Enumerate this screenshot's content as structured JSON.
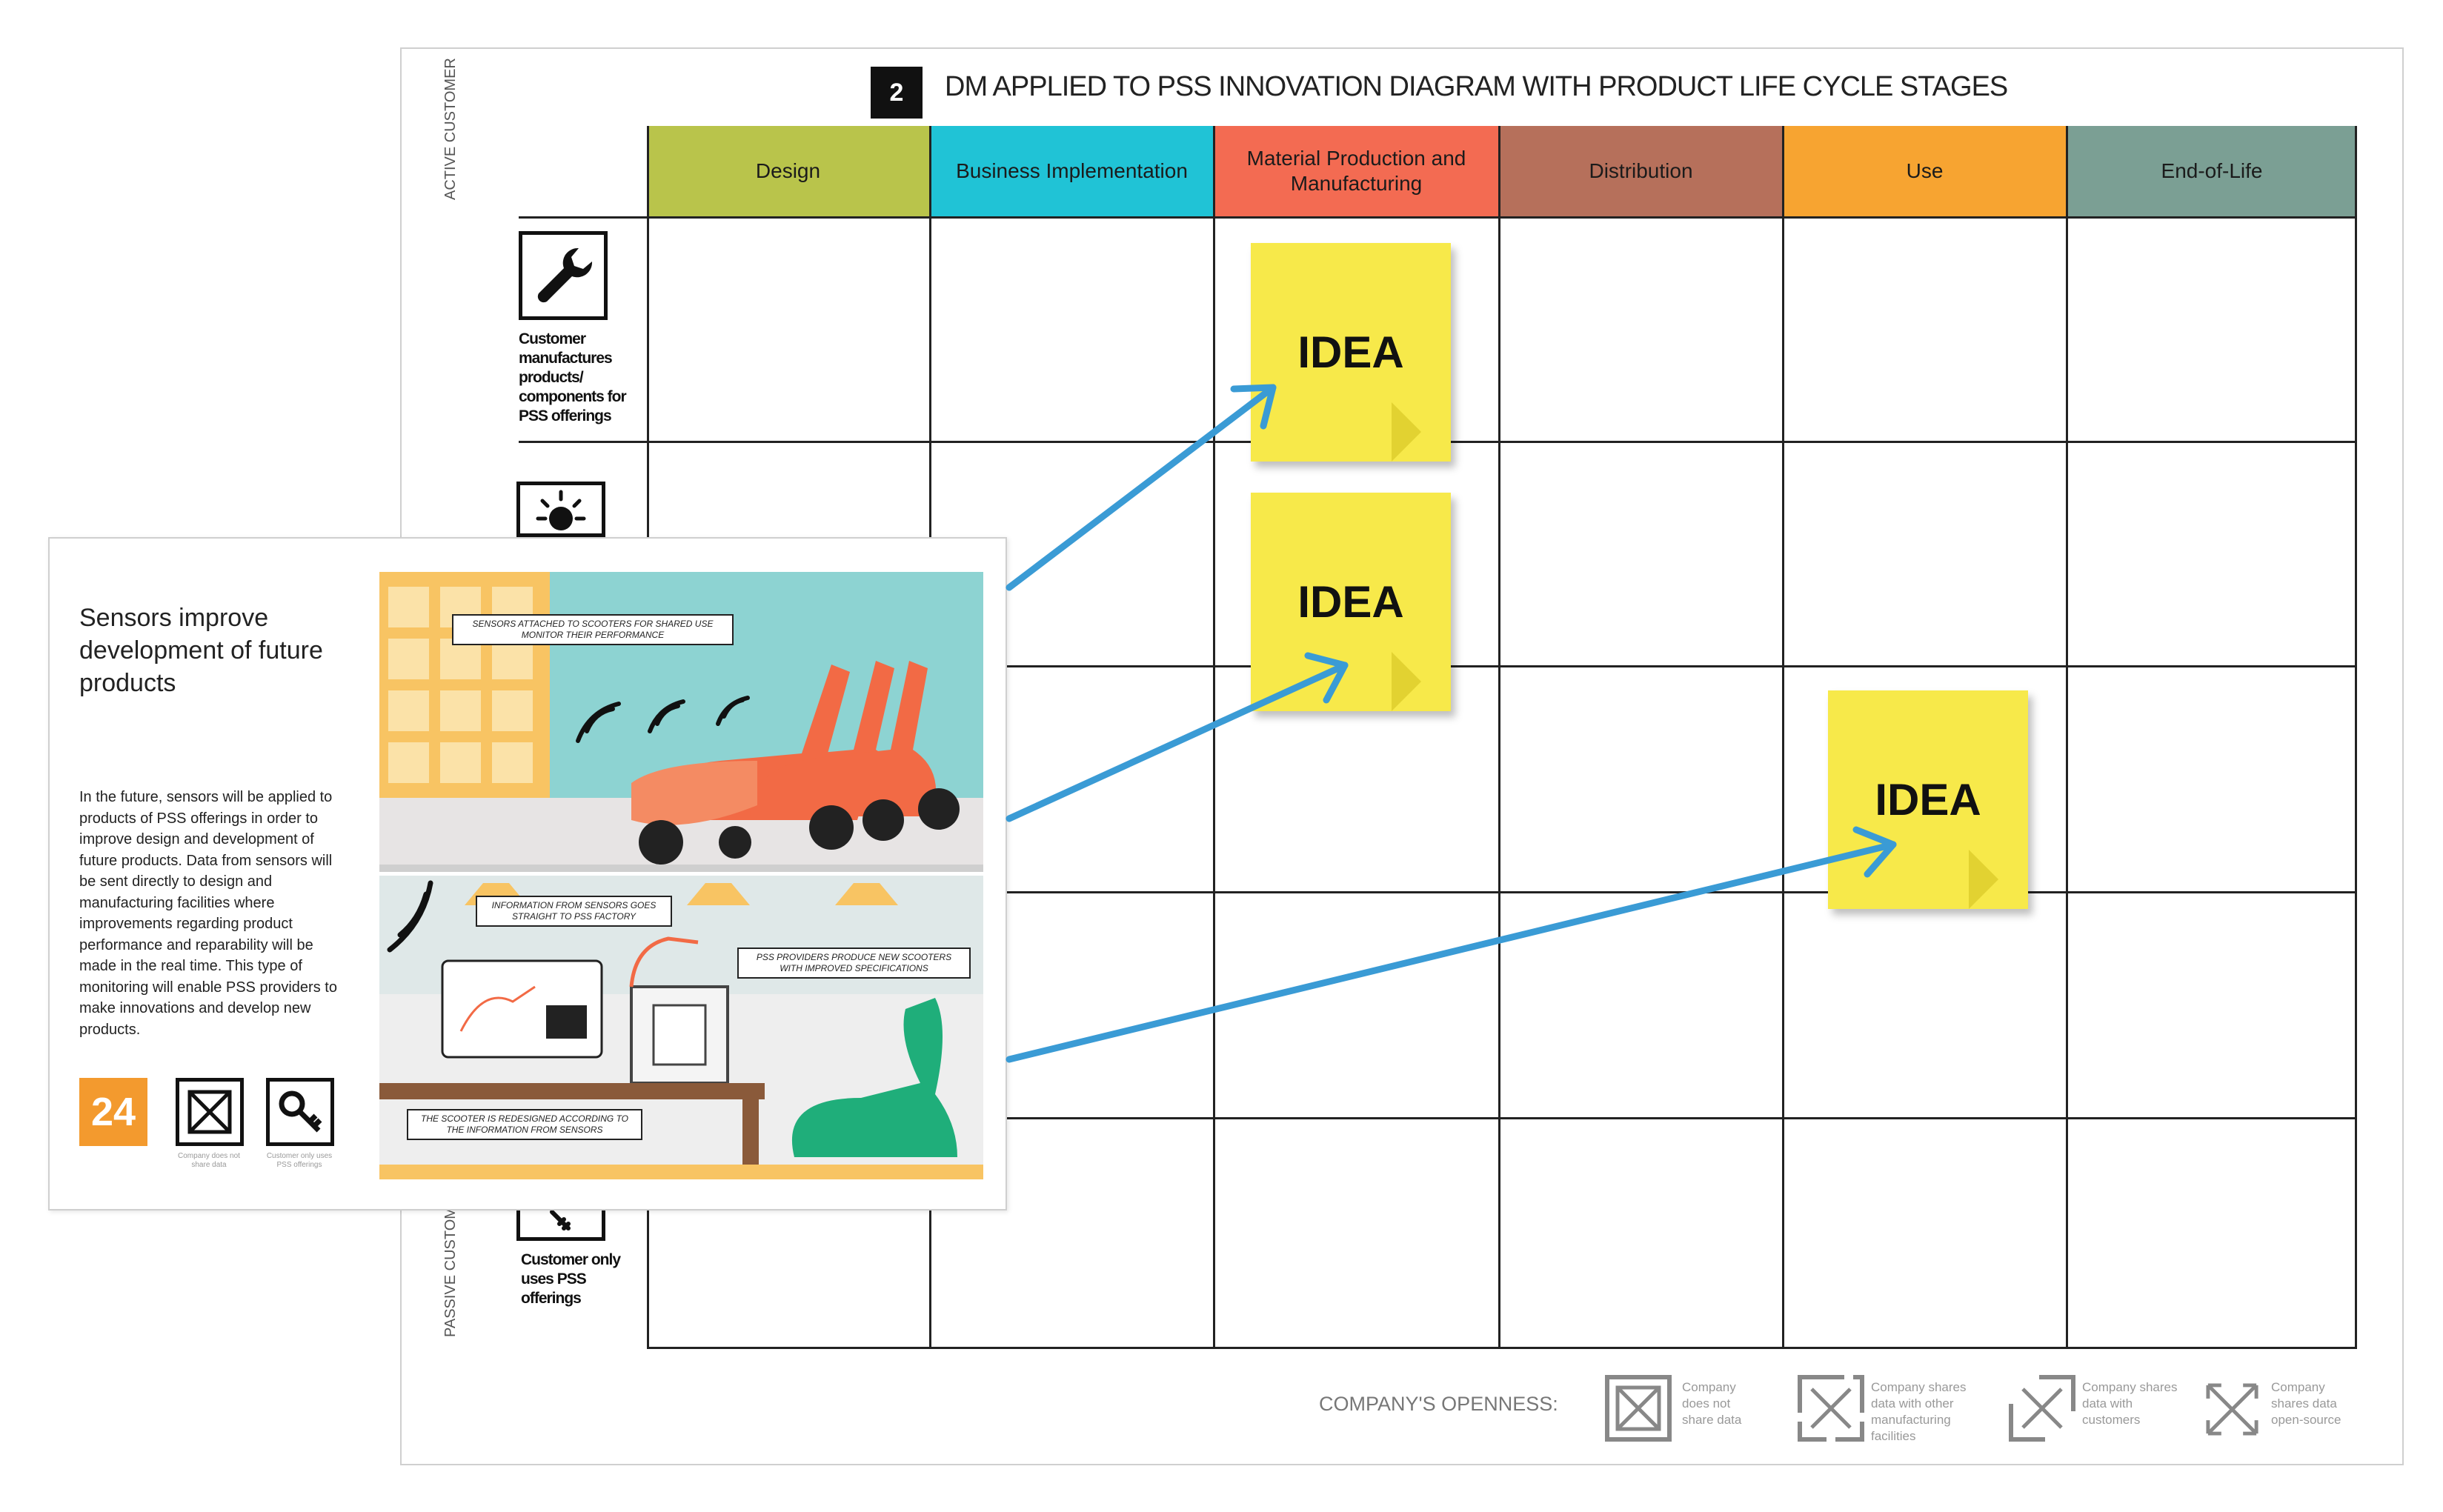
{
  "diagram": {
    "number": "2",
    "title": "DM APPLIED TO PSS INNOVATION DIAGRAM WITH PRODUCT LIFE CYCLE STAGES",
    "axis_top": "ACTIVE CUSTOMER",
    "axis_bottom": "PASSIVE CUSTOMER",
    "columns": [
      {
        "label": "Design",
        "color": "#b9c44b"
      },
      {
        "label": "Business Implementation",
        "color": "#20c3d6"
      },
      {
        "label": "Material Production and Manufacturing",
        "color": "#f36b52"
      },
      {
        "label": "Distribution",
        "color": "#b6705b"
      },
      {
        "label": "Use",
        "color": "#f7a431"
      },
      {
        "label": "End-of-Life",
        "color": "#7b9f94"
      }
    ],
    "rows": [
      {
        "label": "Customer manufactures products/ components for PSS offerings",
        "icon": "wrench-icon"
      },
      {
        "label": "",
        "icon": "light-bulb-icon"
      },
      {
        "label": "Customer only uses PSS offerings",
        "icon": "key-icon"
      }
    ],
    "ideas": [
      "IDEA",
      "IDEA",
      "IDEA"
    ],
    "legend": {
      "title": "COMPANY'S OPENNESS:",
      "items": [
        "Company does not share data",
        "Company shares data with other manufacturing facilities",
        "Company shares data with customers",
        "Company shares data open-source"
      ]
    },
    "arrow_color": "#3a9bd5"
  },
  "card": {
    "title": "Sensors improve development of future products",
    "body": "In the future, sensors will be applied to products of PSS offerings in order to improve design and development of future products. Data from sensors will be sent directly to design and manufacturing facilities where improvements regarding product performance and reparability will be made in the real time. This type of monitoring will enable PSS providers to make innovations and develop new products.",
    "number": "24",
    "icon_captions": [
      "Company does not share data",
      "Customer only uses PSS offerings"
    ],
    "callouts": [
      "SENSORS ATTACHED TO SCOOTERS FOR SHARED USE MONITOR THEIR PERFORMANCE",
      "INFORMATION FROM SENSORS GOES STRAIGHT TO PSS FACTORY",
      "PSS PROVIDERS PRODUCE NEW SCOOTERS WITH IMPROVED SPECIFICATIONS",
      "THE SCOOTER IS REDESIGNED ACCORDING TO THE INFORMATION FROM SENSORS"
    ]
  }
}
